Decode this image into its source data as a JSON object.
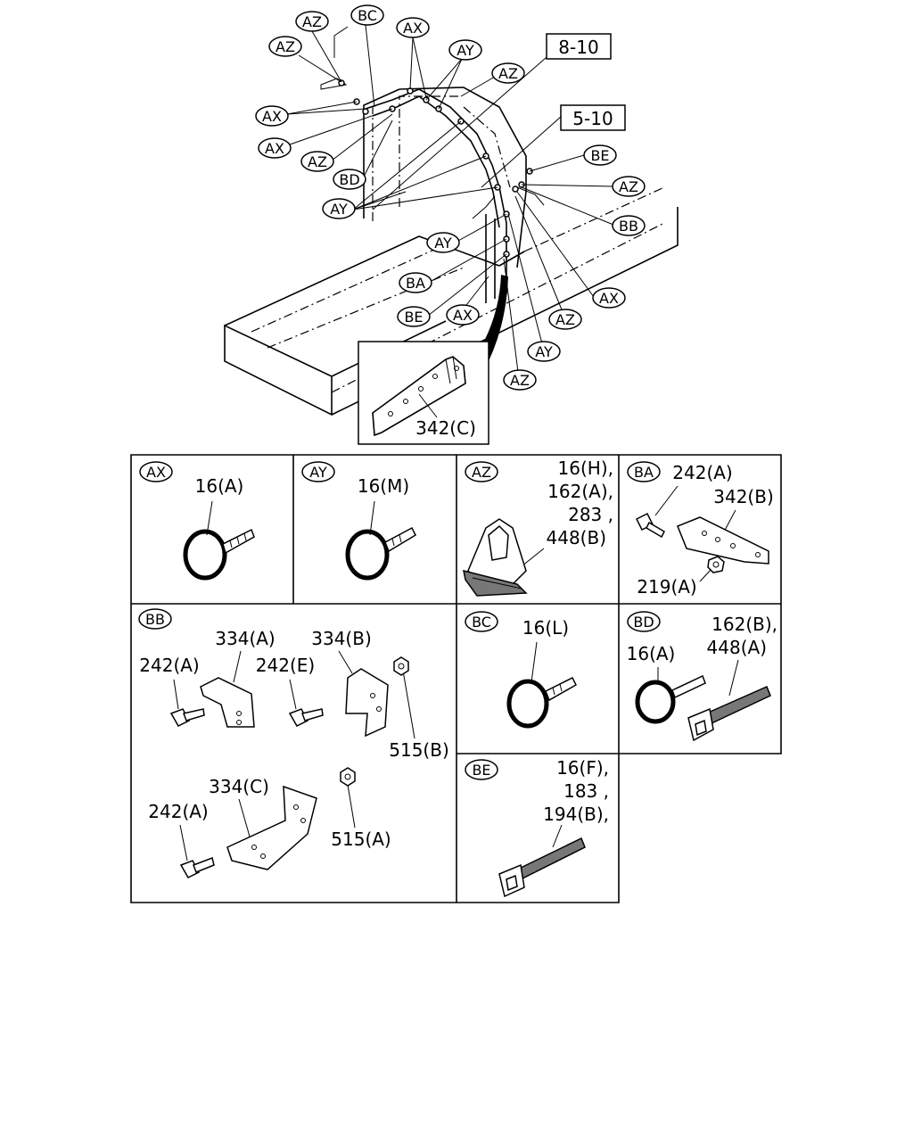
{
  "overview": {
    "callouts": [
      {
        "id": "c1",
        "text": "AZ"
      },
      {
        "id": "c2",
        "text": "BC"
      },
      {
        "id": "c3",
        "text": "AX"
      },
      {
        "id": "c4",
        "text": "AZ"
      },
      {
        "id": "c5",
        "text": "AY"
      },
      {
        "id": "c6",
        "text": "AZ"
      },
      {
        "id": "c7",
        "text": "AX"
      },
      {
        "id": "c8",
        "text": "AX"
      },
      {
        "id": "c9",
        "text": "AZ"
      },
      {
        "id": "c10",
        "text": "BD"
      },
      {
        "id": "c11",
        "text": "AY"
      },
      {
        "id": "c12",
        "text": "BE"
      },
      {
        "id": "c13",
        "text": "AZ"
      },
      {
        "id": "c14",
        "text": "BB"
      },
      {
        "id": "c15",
        "text": "AY"
      },
      {
        "id": "c16",
        "text": "BA"
      },
      {
        "id": "c17",
        "text": "BE"
      },
      {
        "id": "c18",
        "text": "AX"
      },
      {
        "id": "c19",
        "text": "AX"
      },
      {
        "id": "c20",
        "text": "AZ"
      },
      {
        "id": "c21",
        "text": "AY"
      },
      {
        "id": "c22",
        "text": "AZ"
      }
    ],
    "refs": [
      {
        "text": "8-10"
      },
      {
        "text": "5-10"
      }
    ],
    "inset_label": "342(C)"
  },
  "cells": {
    "ax": {
      "tag": "AX",
      "parts": [
        "16(A)"
      ]
    },
    "ay": {
      "tag": "AY",
      "parts": [
        "16(M)"
      ]
    },
    "az": {
      "tag": "AZ",
      "parts": [
        "16(H),",
        "162(A),",
        "283 ,",
        "448(B)"
      ]
    },
    "ba": {
      "tag": "BA",
      "parts": [
        "242(A)",
        "342(B)",
        "219(A)"
      ]
    },
    "bb": {
      "tag": "BB",
      "parts": [
        "334(A)",
        "334(B)",
        "242(A)",
        "242(E)",
        "515(B)",
        "334(C)",
        "242(A)",
        "515(A)"
      ]
    },
    "bc": {
      "tag": "BC",
      "parts": [
        "16(L)"
      ]
    },
    "bd": {
      "tag": "BD",
      "parts": [
        "162(B),",
        "448(A)",
        "16(A)"
      ]
    },
    "be": {
      "tag": "BE",
      "parts": [
        "16(F),",
        "183 ,",
        "194(B),"
      ]
    }
  }
}
